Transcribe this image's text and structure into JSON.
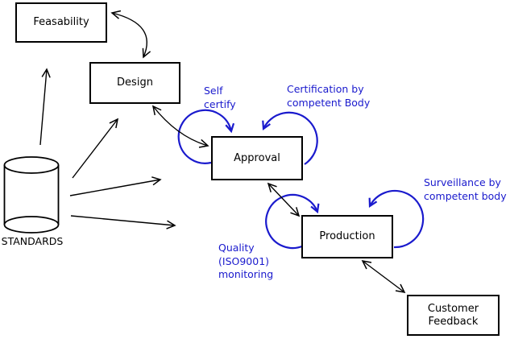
{
  "colors": {
    "line": "#000000",
    "accent": "#1a1acd",
    "box_fill": "#ffffff",
    "background": "#ffffff"
  },
  "boxes": {
    "feasability": {
      "label": "Feasability"
    },
    "design": {
      "label": "Design"
    },
    "approval": {
      "label": "Approval"
    },
    "production": {
      "label": "Production"
    },
    "customer_feedback": {
      "line1": "Customer",
      "line2": "Feedback"
    }
  },
  "datastore": {
    "label": "STANDARDS"
  },
  "annotations": {
    "self_certify": {
      "line1": "Self",
      "line2": "certify"
    },
    "certification": {
      "line1": "Certification by",
      "line2": "competent Body"
    },
    "surveillance": {
      "line1": "Surveillance by",
      "line2": "competent body"
    },
    "quality": {
      "line1": "Quality",
      "line2": "(ISO9001)",
      "line3": "monitoring"
    }
  }
}
